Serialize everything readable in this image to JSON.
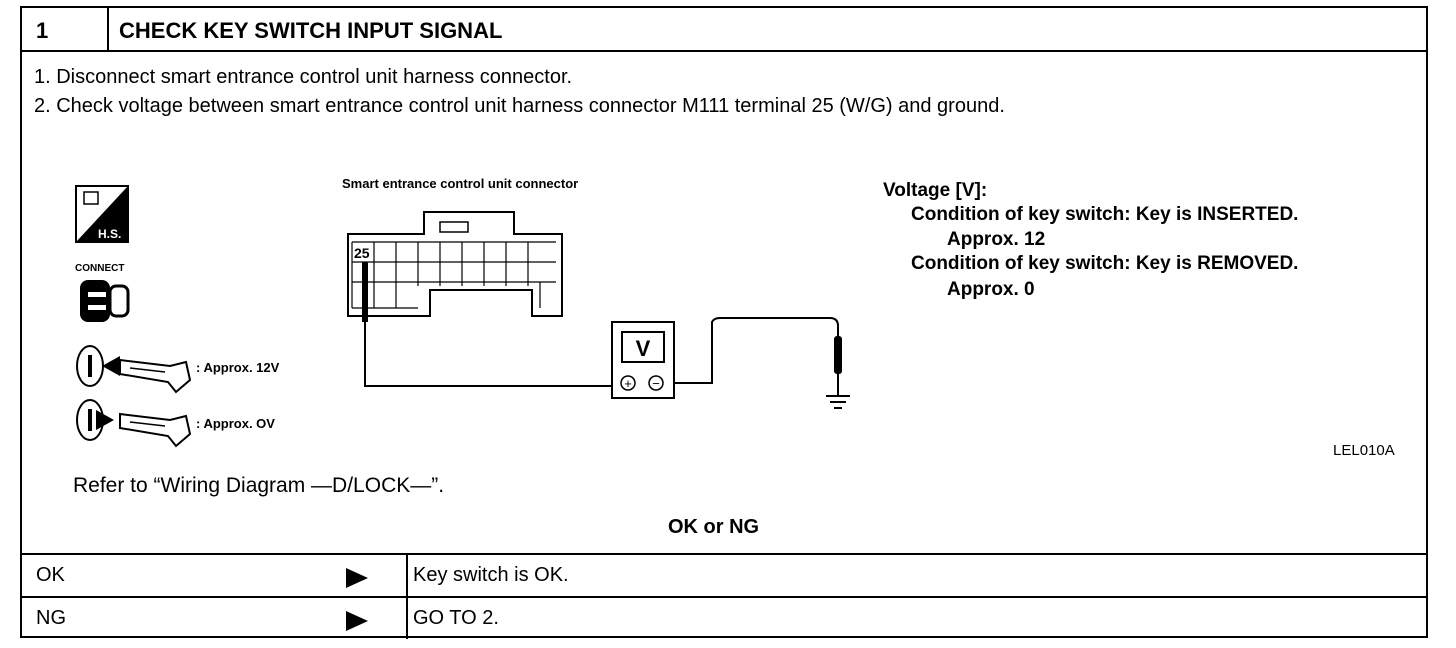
{
  "header": {
    "number": "1",
    "title": "CHECK KEY SWITCH INPUT SIGNAL"
  },
  "steps": [
    "1. Disconnect smart entrance control unit harness connector.",
    "2. Check voltage between smart entrance control unit harness connector M111 terminal 25 (W/G) and ground."
  ],
  "diagram": {
    "connector_label": "Smart entrance control unit connector",
    "terminal": "25",
    "meter": "V",
    "meter_plus": "+",
    "meter_minus": "−",
    "icon_hs": "H.S.",
    "connect_label": "CONNECT",
    "key_inserted": ": Approx. 12V",
    "key_removed": ": Approx. OV",
    "code": "LEL010A"
  },
  "voltage": {
    "title": "Voltage [V]:",
    "cond1": "Condition of key switch: Key is INSERTED.",
    "val1": "Approx. 12",
    "cond2": "Condition of key switch:  Key is REMOVED.",
    "val2": "Approx. 0"
  },
  "reference": "Refer to “Wiring Diagram —D/LOCK—”.",
  "decision_label": "OK or NG",
  "results": [
    {
      "key": "OK",
      "value": "Key switch is OK."
    },
    {
      "key": "NG",
      "value": "GO TO 2."
    }
  ]
}
